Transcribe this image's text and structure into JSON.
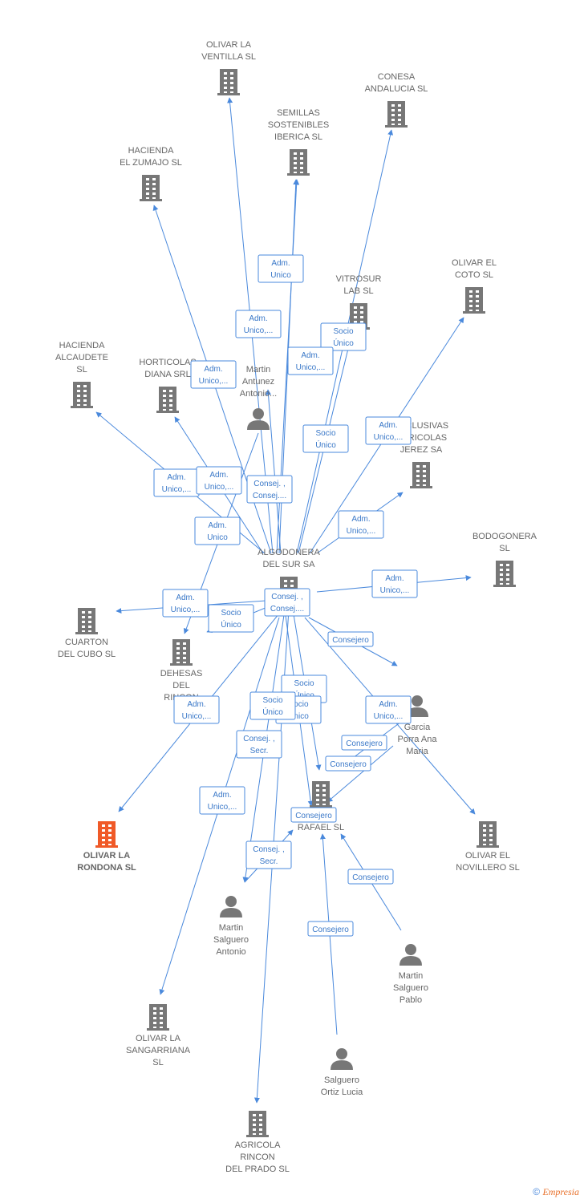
{
  "colors": {
    "edge": "#4a89dc",
    "company": "#777777",
    "focus_company": "#f05a28",
    "person": "#777777"
  },
  "nodes": [
    {
      "id": "olivar_ventilla",
      "type": "company",
      "label": [
        "OLIVAR LA",
        "VENTILLA  SL"
      ]
    },
    {
      "id": "conesa",
      "type": "company",
      "label": [
        "CONESA",
        "ANDALUCIA  SL"
      ]
    },
    {
      "id": "semillas",
      "type": "company",
      "label": [
        "SEMILLAS",
        "SOSTENIBLES",
        "IBERICA SL"
      ]
    },
    {
      "id": "hacienda_zumajo",
      "type": "company",
      "label": [
        "HACIENDA",
        "EL ZUMAJO  SL"
      ]
    },
    {
      "id": "vitrosur",
      "type": "company",
      "label": [
        "VITROSUR",
        "LAB SL"
      ]
    },
    {
      "id": "olivar_coto",
      "type": "company",
      "label": [
        "OLIVAR EL",
        "COTO  SL"
      ]
    },
    {
      "id": "hacienda_alcaudete",
      "type": "company",
      "label": [
        "HACIENDA",
        "ALCAUDETE",
        "SL"
      ]
    },
    {
      "id": "horticolas",
      "type": "company",
      "label": [
        "HORTICOLAS",
        "DIANA SRL"
      ]
    },
    {
      "id": "martin_antunez",
      "type": "person",
      "label": [
        "Martin",
        "Antunez",
        "Antonio..."
      ]
    },
    {
      "id": "exclusivas",
      "type": "company",
      "label": [
        "EXCLUSIVAS",
        "AGRICOLAS",
        "JEREZ SA"
      ]
    },
    {
      "id": "algodonera",
      "type": "company",
      "label": [
        "ALGODONERA",
        "DEL SUR SA"
      ]
    },
    {
      "id": "bodogonera",
      "type": "company",
      "label": [
        "BODOGONERA",
        "SL"
      ]
    },
    {
      "id": "cuarton",
      "type": "company",
      "label": [
        "CUARTON",
        "DEL CUBO SL"
      ]
    },
    {
      "id": "dehesas",
      "type": "company",
      "label": [
        "DEHESAS",
        "DEL",
        "RINCON"
      ]
    },
    {
      "id": "garcia_porra",
      "type": "person",
      "label": [
        "Garcia",
        "Porra Ana",
        "Maria"
      ]
    },
    {
      "id": "san_rafael",
      "type": "company",
      "label": [
        "SAN",
        "RAFAEL  SL"
      ]
    },
    {
      "id": "olivar_rondona",
      "type": "company",
      "focus": true,
      "label": [
        "OLIVAR LA",
        "RONDONA  SL"
      ]
    },
    {
      "id": "olivar_novillero",
      "type": "company",
      "label": [
        "OLIVAR EL",
        "NOVILLERO  SL"
      ]
    },
    {
      "id": "martin_salguero_antonio",
      "type": "person",
      "label": [
        "Martin",
        "Salguero",
        "Antonio"
      ]
    },
    {
      "id": "martin_salguero_pablo",
      "type": "person",
      "label": [
        "Martin",
        "Salguero",
        "Pablo"
      ]
    },
    {
      "id": "olivar_sangarriana",
      "type": "company",
      "label": [
        "OLIVAR LA",
        "SANGARRIANA",
        "SL"
      ]
    },
    {
      "id": "salguero_ortiz",
      "type": "person",
      "label": [
        "Salguero",
        "Ortiz Lucia"
      ]
    },
    {
      "id": "agricola_rincon",
      "type": "company",
      "label": [
        "AGRICOLA",
        "RINCON",
        "DEL PRADO SL"
      ]
    }
  ],
  "edges": [
    {
      "label": [
        "Adm.",
        "Unico,..."
      ]
    },
    {
      "label": [
        "Adm.",
        "Unico"
      ]
    },
    {
      "label": [
        "Socio",
        "Único"
      ]
    },
    {
      "label": [
        "Adm.",
        "Unico,..."
      ]
    },
    {
      "label": [
        "Socio",
        "Único"
      ]
    },
    {
      "label": [
        "Adm.",
        "Unico,..."
      ]
    },
    {
      "label": [
        "Adm.",
        "Unico,..."
      ]
    },
    {
      "label": [
        "Adm.",
        "Unico,..."
      ]
    },
    {
      "label": [
        "Adm.",
        "Unico,..."
      ]
    },
    {
      "label": [
        "Consej. ,",
        "Consej...."
      ]
    },
    {
      "label": [
        "Adm.",
        "Unico"
      ]
    },
    {
      "label": [
        "Adm.",
        "Unico,..."
      ]
    },
    {
      "label": [
        "Socio",
        "Único"
      ]
    },
    {
      "label": [
        "Adm.",
        "Unico,..."
      ]
    },
    {
      "label": [
        "Adm.",
        "Unico,..."
      ]
    },
    {
      "label": [
        "Consej. ,",
        "Consej...."
      ]
    },
    {
      "label": [
        "Socio",
        "Único"
      ]
    },
    {
      "label": [
        "Consejero"
      ]
    },
    {
      "label": [
        "Socio",
        "Único"
      ]
    },
    {
      "label": [
        "Adm.",
        "Unico,..."
      ]
    },
    {
      "label": [
        "Adm.",
        "Unico,..."
      ]
    },
    {
      "label": [
        "Consej. ,",
        "Secr."
      ]
    },
    {
      "label": [
        "Consejero"
      ]
    },
    {
      "label": [
        "Consejero"
      ]
    },
    {
      "label": [
        "Adm.",
        "Unico,..."
      ]
    },
    {
      "label": [
        "Consejero"
      ]
    },
    {
      "label": [
        "Consej. ,",
        "Secr."
      ]
    },
    {
      "label": [
        "Consejero"
      ]
    },
    {
      "label": [
        "Consejero"
      ]
    },
    {
      "label": [
        "Socio",
        "Único"
      ]
    }
  ],
  "copyright": {
    "symbol": "©",
    "brand": "Empresia"
  }
}
